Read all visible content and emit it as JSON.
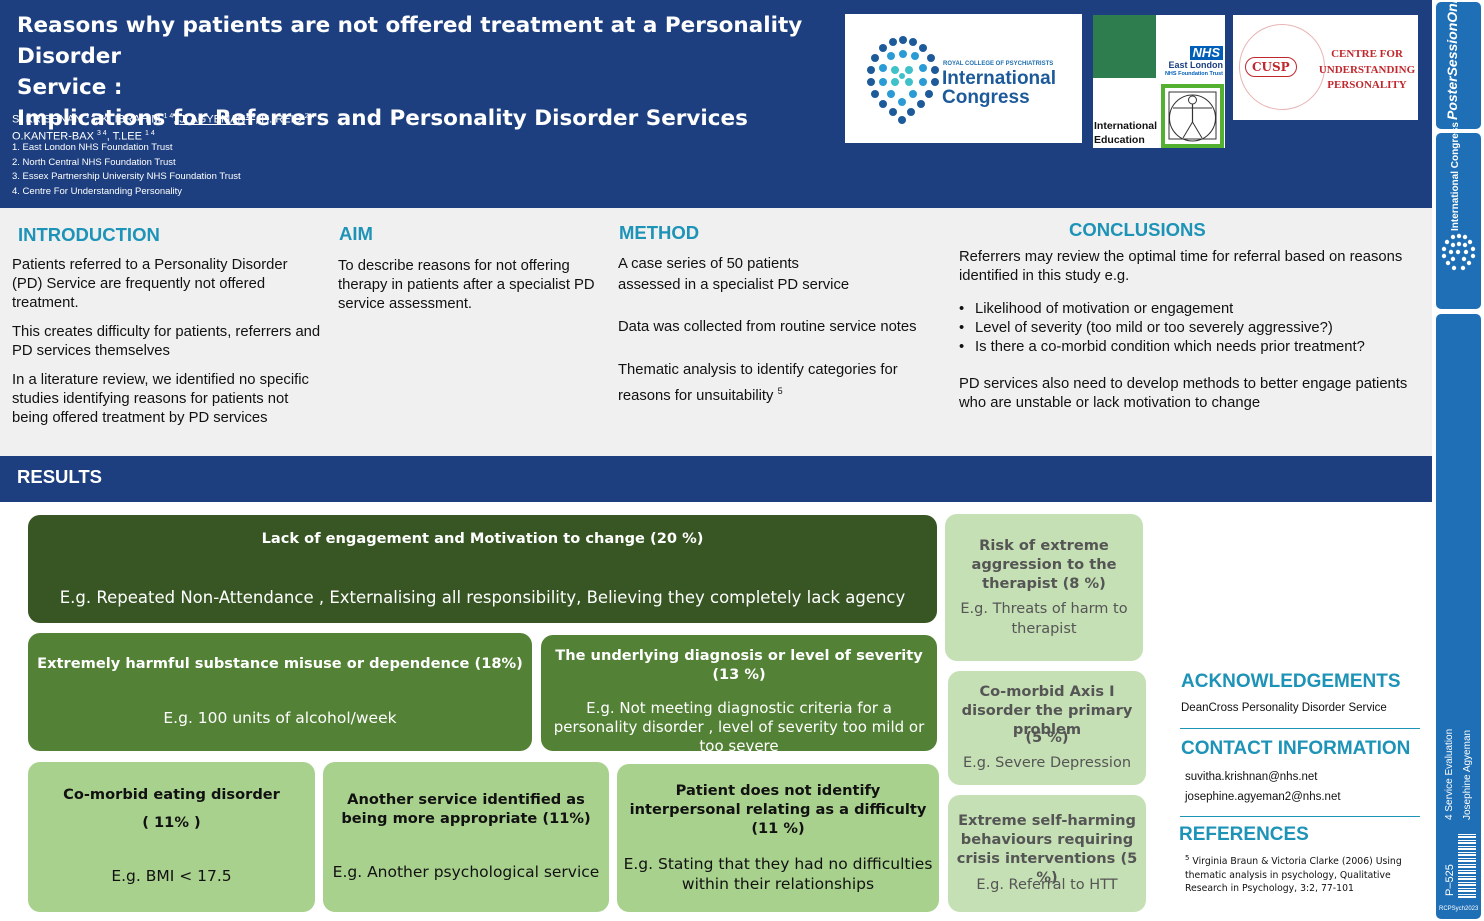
{
  "header": {
    "title_line1": "Reasons why patients are not offered treatment at a Personality Disorder",
    "title_line2": "Service :",
    "title_line3": "Implications for Referrers and Personality Disorder Services",
    "authors_line1_a": "S. KRISHNAN",
    "authors_line1_b": "1 4",
    "authors_line1_c": ", K. IBRAHIM",
    "authors_line1_d": "1 4",
    "authors_line1_e": ", ",
    "authors_line1_f": "J. AGYEMAN",
    "authors_line1_g": "1 4",
    "authors_line1_h": ", H. REID",
    "authors_line1_i": "2 4",
    "authors_line1_j": ",",
    "authors_line2_a": "O.KANTER-BAX",
    "authors_line2_b": "3 4",
    "authors_line2_c": ", T.LEE",
    "authors_line2_d": "1 4",
    "affiliations": [
      "1. East London NHS Foundation Trust",
      "2. North Central NHS Foundation Trust",
      "3. Essex Partnership University NHS Foundation Trust",
      "4. Centre For Understanding Personality"
    ]
  },
  "logos": {
    "rcp_small": "ROYAL COLLEGE OF PSYCHIATRISTS",
    "rcp_big1": "International",
    "rcp_big2": "Congress",
    "nhs_badge": "NHS",
    "nhs_name": "East London",
    "nhs_trust": "NHS Foundation Trust",
    "ie_line1": "International",
    "ie_line2": "Education",
    "cusp_abbr": "CUSP",
    "cusp_line1": "CENTRE FOR",
    "cusp_line2": "UNDERSTANDING",
    "cusp_line3": "PERSONALITY"
  },
  "side": {
    "poster_brand1": "Poster",
    "poster_brand2": "SessionOnline",
    "congress": "International Congress",
    "category": "4 Service Evaluation",
    "presenter": "Josephine Agyeman",
    "poster_id": "P–525",
    "code": "RCPSych2023"
  },
  "introduction": {
    "heading": "INTRODUCTION",
    "p1": "Patients referred to a Personality Disorder (PD) Service are frequently not offered treatment.",
    "p2": "This creates difficulty for patients, referrers and PD services themselves",
    "p3": "In a literature review, we identified no specific studies identifying reasons for patients not being offered treatment by PD services"
  },
  "aim": {
    "heading": "AIM",
    "text": "To describe reasons for not offering therapy in patients after a specialist PD service  assessment."
  },
  "method": {
    "heading": "METHOD",
    "p1a": "A case series of 50 patients",
    "p1b": "assessed in a specialist PD service",
    "p2": "Data was collected from routine service notes",
    "p3": "Thematic analysis to identify categories for reasons for unsuitability",
    "p3_sup": "5"
  },
  "conclusions": {
    "heading": "CONCLUSIONS",
    "intro": "Referrers may review the optimal time for referral based on reasons identified in this study e.g.",
    "bullets": [
      "Likelihood of motivation or engagement",
      "Level of severity (too mild or too severely aggressive?)",
      "Is there a co-morbid condition which needs prior treatment?"
    ],
    "closing": "PD services also need to develop methods to better engage patients who are unstable or lack motivation to change"
  },
  "results": {
    "heading": "RESULTS",
    "boxes": [
      {
        "title": "Lack of engagement and Motivation to change (20 %)",
        "example": "E.g. Repeated Non-Attendance , Externalising all responsibility, Believing they completely lack agency"
      },
      {
        "title": "Extremely harmful substance misuse or dependence (18%)",
        "example": "E.g. 100 units of alcohol/week"
      },
      {
        "title": "The underlying diagnosis or level of severity (13 %)",
        "example": "E.g. Not meeting diagnostic criteria for a personality disorder , level of severity too mild or too severe"
      },
      {
        "title": "Co-morbid eating disorder",
        "title2": "( 11% )",
        "example": "E.g. BMI < 17.5"
      },
      {
        "title": "Another service identified as being more appropriate (11%)",
        "example": "E.g. Another psychological service"
      },
      {
        "title": "Patient does not identify interpersonal relating as a difficulty (11 %)",
        "example": "E.g. Stating that they had no difficulties within their relationships"
      },
      {
        "title": "Risk of extreme aggression to the therapist  (8 %)",
        "example": "E.g. Threats of harm to therapist"
      },
      {
        "title": "Co-morbid Axis I disorder the primary problem",
        "title2": "(5 %)",
        "example": "E.g. Severe Depression"
      },
      {
        "title": "Extreme self-harming behaviours requiring crisis interventions (5 %)",
        "example": "E.g. Referral to HTT"
      }
    ]
  },
  "acknowledgements": {
    "heading": "ACKNOWLEDGEMENTS",
    "text": "DeanCross Personality Disorder Service"
  },
  "contact": {
    "heading": "CONTACT INFORMATION",
    "email1": "suvitha.krishnan@nhs.net",
    "email2": "josephine.agyeman2@nhs.net"
  },
  "references": {
    "heading": "REFERENCES",
    "sup": "5",
    "text": " Virginia Braun & Victoria Clarke (2006) Using thematic analysis in psychology, Qualitative Research in Psychology, 3:2, 77-101"
  },
  "colors": {
    "header_blue": "#1d3f7f",
    "heading_teal": "#1e93b8",
    "side_blue": "#1e6fb5",
    "green_dark": "#375623",
    "green_mid": "#538135",
    "green_light": "#a9d18e",
    "green_pale": "#c5e0b4"
  }
}
